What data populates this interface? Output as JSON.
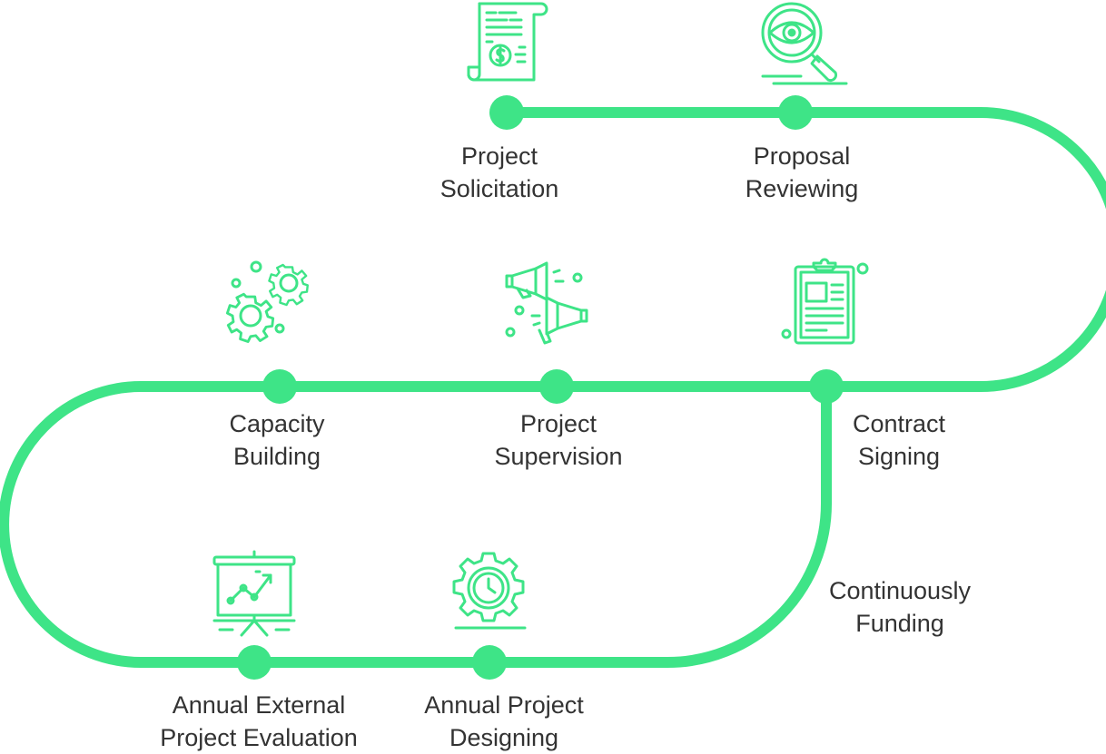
{
  "colors": {
    "accent": "#3ee487",
    "text": "#333333",
    "background": "#ffffff"
  },
  "steps": [
    {
      "line1": "Project",
      "line2": "Solicitation",
      "icon": "invoice-scroll-icon"
    },
    {
      "line1": "Proposal",
      "line2": "Reviewing",
      "icon": "magnifier-eye-icon"
    },
    {
      "line1": "Contract",
      "line2": "Signing",
      "icon": "clipboard-icon"
    },
    {
      "line1": "Project",
      "line2": "Supervision",
      "icon": "megaphones-icon"
    },
    {
      "line1": "Capacity",
      "line2": "Building",
      "icon": "gears-icon"
    },
    {
      "line1": "Annual External",
      "line2": "Project Evaluation",
      "icon": "presentation-chart-icon"
    },
    {
      "line1": "Annual Project",
      "line2": "Designing",
      "icon": "gear-clock-icon"
    }
  ],
  "branch": {
    "line1": "Continuously",
    "line2": "Funding"
  }
}
